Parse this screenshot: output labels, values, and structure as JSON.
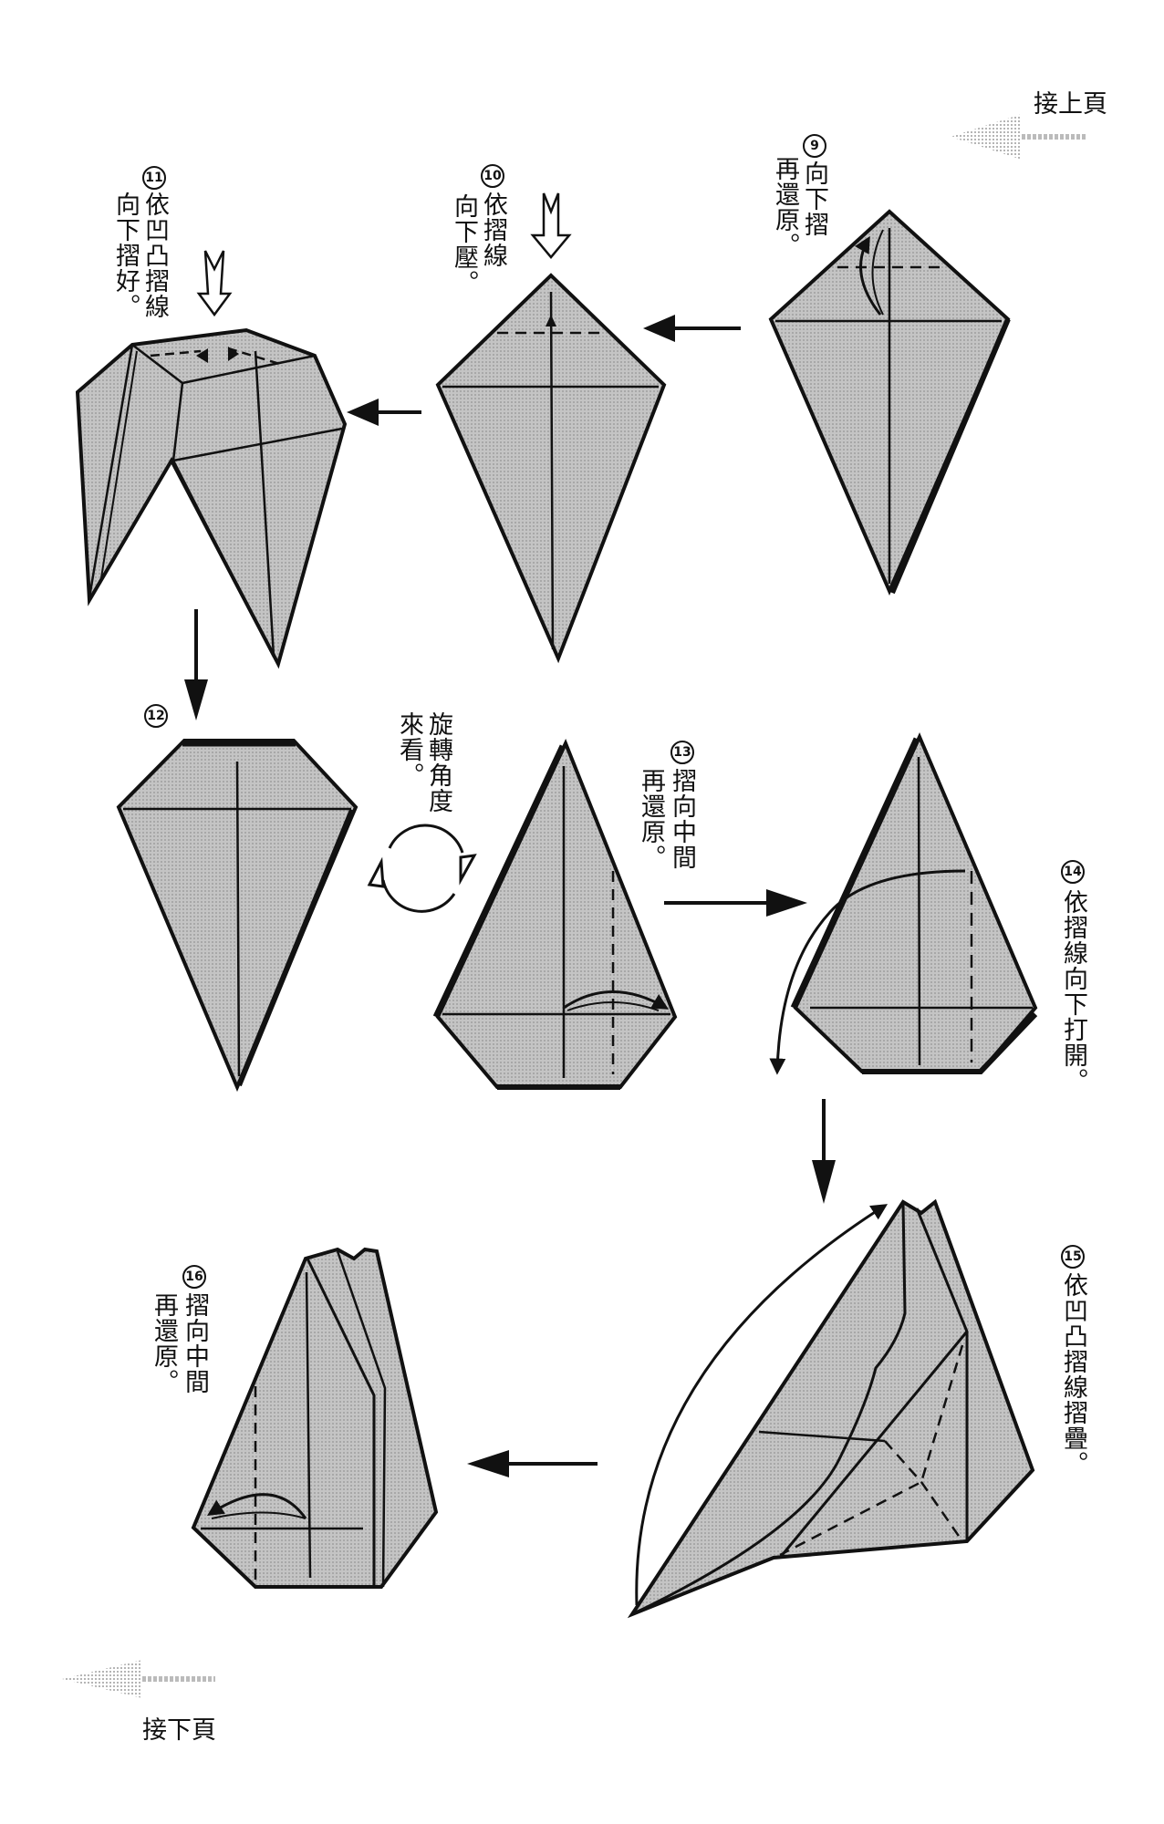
{
  "page": {
    "continued_from_label": "接上頁",
    "continued_to_label": "接下頁"
  },
  "colors": {
    "paper_fill": "#bdbdbd",
    "line": "#111111",
    "background": "#ffffff",
    "nav_arrow": "#c8c8c8"
  },
  "steps": [
    {
      "number": "9",
      "lines": [
        "向下摺",
        "再還原。"
      ],
      "figure": "kite-fold-tip-down-unfold"
    },
    {
      "number": "10",
      "lines": [
        "依摺線",
        "向下壓。"
      ],
      "figure": "kite-push-down"
    },
    {
      "number": "11",
      "lines": [
        "依凹凸摺線",
        "向下摺好。"
      ],
      "figure": "sink-fold-3d"
    },
    {
      "number": "12",
      "lines": [],
      "figure": "inverted-kite"
    },
    {
      "rotate_note": {
        "lines": [
          "旋轉角度",
          "來看。"
        ],
        "icon": "rotate-icon"
      }
    },
    {
      "number": "13",
      "lines": [
        "摺向中間",
        "再還原。"
      ],
      "figure": "tall-kite-fold-to-center"
    },
    {
      "number": "14",
      "lines": [
        "依摺線向下打開。"
      ],
      "figure": "tall-kite-open-down"
    },
    {
      "number": "15",
      "lines": [
        "依凹凸摺線摺疊。"
      ],
      "figure": "squash-fold-3d"
    },
    {
      "number": "16",
      "lines": [
        "摺向中間",
        "再還原。"
      ],
      "figure": "layered-kite-fold-to-center"
    }
  ]
}
